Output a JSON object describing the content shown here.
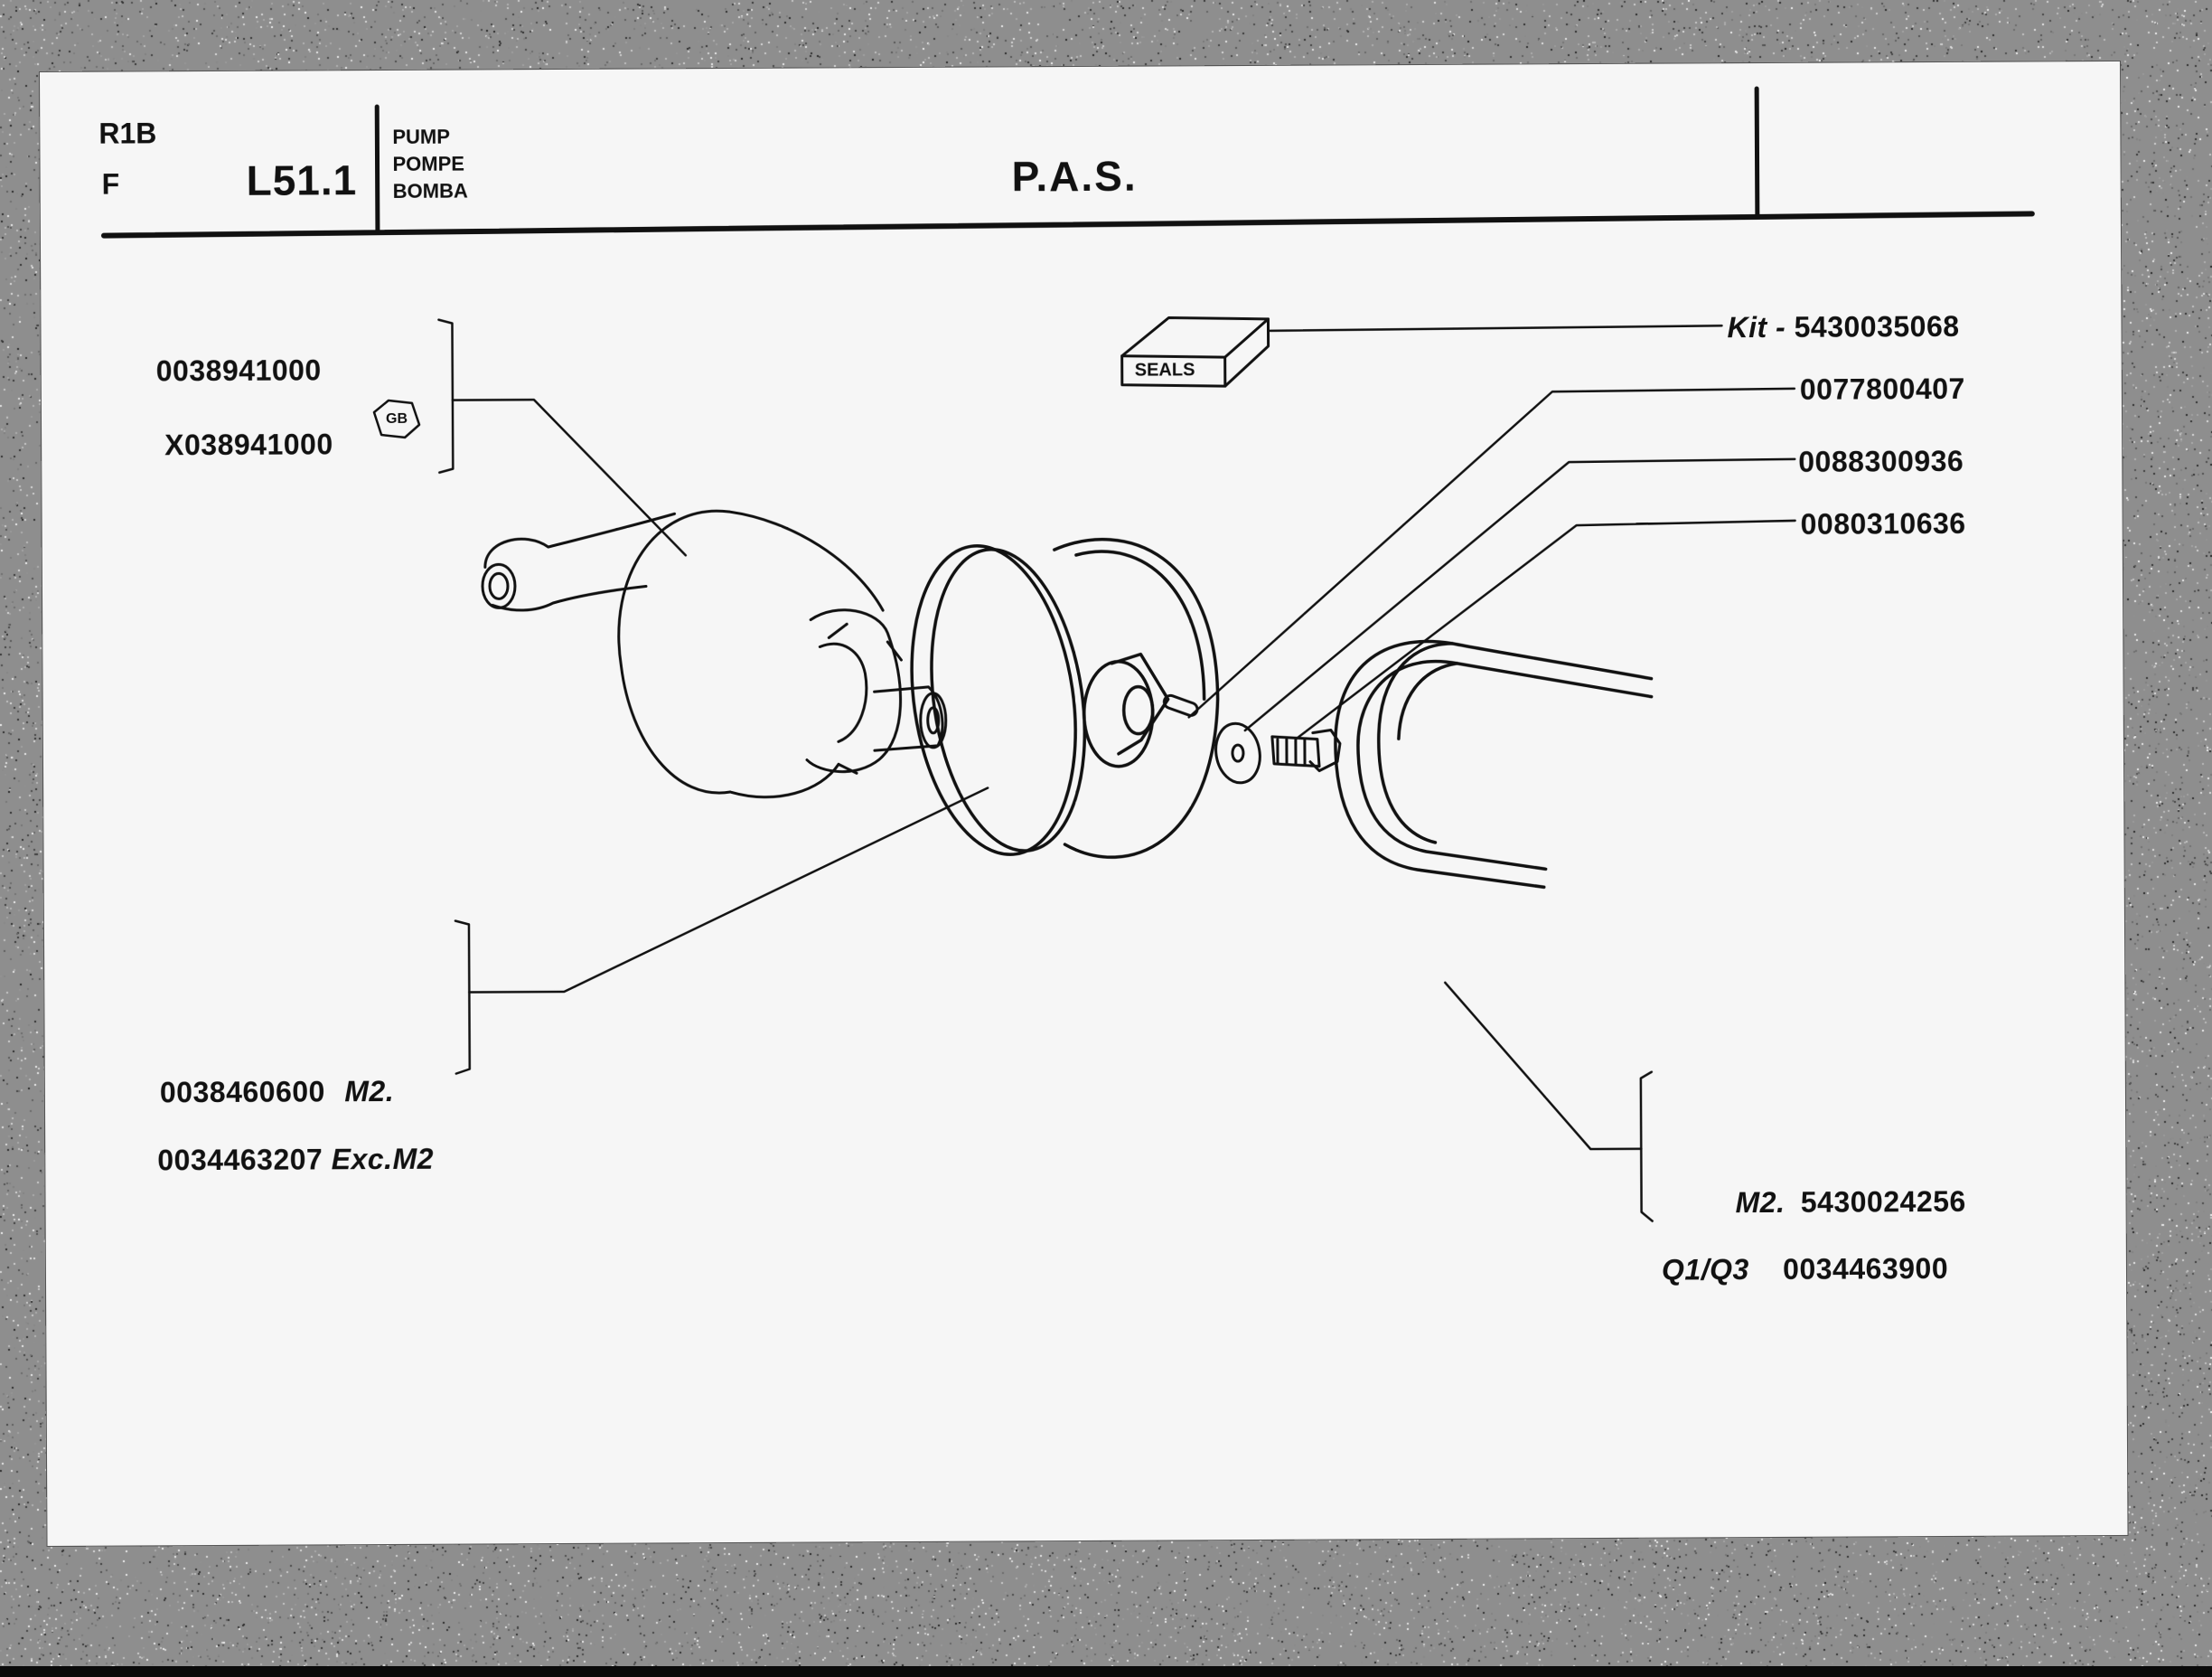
{
  "header": {
    "model": "R1B",
    "market": "F",
    "section": "L51.1",
    "names": [
      "PUMP",
      "POMPE",
      "BOMBA"
    ],
    "title": "P.A.S."
  },
  "kit": {
    "box_label": "SEALS",
    "label": "Kit -",
    "number": "5430035068"
  },
  "pump": {
    "part_1": "0038941000",
    "part_2": "X038941000",
    "badge": "GB"
  },
  "pulley": {
    "part_1": "0038460600",
    "note_1": "M2.",
    "part_2": "0034463207",
    "note_2": "Exc.M2"
  },
  "small_parts": {
    "key": "0077800407",
    "washer": "0088300936",
    "bolt": "0080310636"
  },
  "belt": {
    "note_1": "M2.",
    "part_1": "5430024256",
    "note_2": "Q1/Q3",
    "part_2": "0034463900"
  },
  "colors": {
    "ink": "#111111",
    "paper": "#f6f6f6",
    "background": "#8e8e8e"
  }
}
